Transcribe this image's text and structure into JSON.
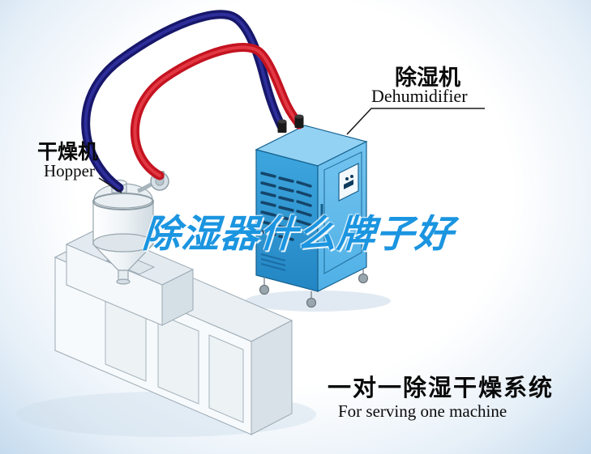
{
  "scene": {
    "watermark": "除湿器什么牌子好",
    "hopper_label": {
      "zh": "干燥机",
      "en": "Hopper"
    },
    "dehumidifier_label": {
      "zh": "除湿机",
      "en": "Dehumidifier"
    },
    "caption": {
      "zh": "一对一除湿干燥系统",
      "en": "For serving one machine"
    }
  },
  "colors": {
    "watermark_blue": "#1b95e0",
    "dehumidifier_front": "#2f97d4",
    "dehumidifier_side": "#5cb8ea",
    "dehumidifier_top": "#93d2f3",
    "vent_slat": "#103a5c",
    "hose_red": "#c41320",
    "hose_navy": "#17176b",
    "machine_body": "#f7fafc",
    "label_text": "#0a0a0a",
    "background_tint": "#c5dbee"
  }
}
